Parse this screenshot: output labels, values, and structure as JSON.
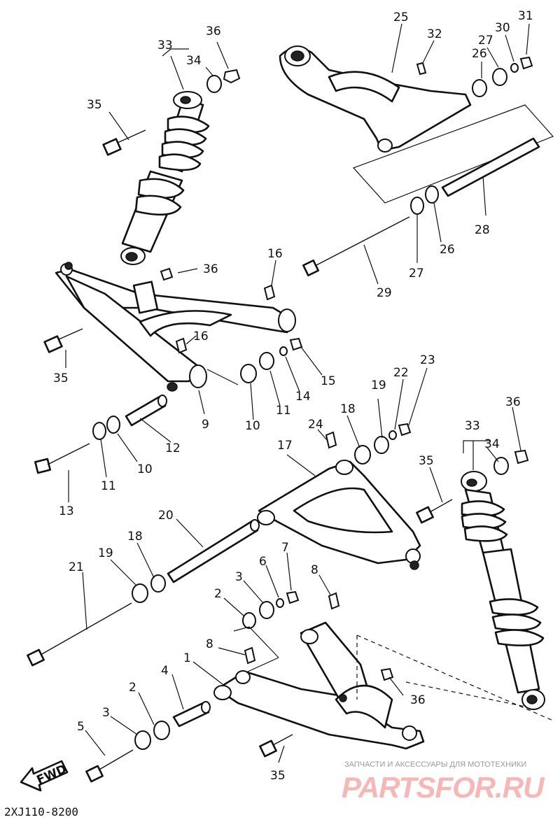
{
  "diagram": {
    "code": "2XJ110-8200",
    "fwd_label": "FWD",
    "watermark_caption": "ЗАПЧАСТИ И АКСЕССУАРЫ ДЛЯ МОТОТЕХНИКИ",
    "watermark_logo": "PARTSFOR.RU"
  },
  "callouts": [
    {
      "id": "c1",
      "text": "1"
    },
    {
      "id": "c2a",
      "text": "2"
    },
    {
      "id": "c2b",
      "text": "2"
    },
    {
      "id": "c3a",
      "text": "3"
    },
    {
      "id": "c3b",
      "text": "3"
    },
    {
      "id": "c4",
      "text": "4"
    },
    {
      "id": "c5",
      "text": "5"
    },
    {
      "id": "c6",
      "text": "6"
    },
    {
      "id": "c7",
      "text": "7"
    },
    {
      "id": "c8a",
      "text": "8"
    },
    {
      "id": "c8b",
      "text": "8"
    },
    {
      "id": "c9",
      "text": "9"
    },
    {
      "id": "c10a",
      "text": "10"
    },
    {
      "id": "c10b",
      "text": "10"
    },
    {
      "id": "c11a",
      "text": "11"
    },
    {
      "id": "c11b",
      "text": "11"
    },
    {
      "id": "c12",
      "text": "12"
    },
    {
      "id": "c13",
      "text": "13"
    },
    {
      "id": "c14",
      "text": "14"
    },
    {
      "id": "c15",
      "text": "15"
    },
    {
      "id": "c16a",
      "text": "16"
    },
    {
      "id": "c16b",
      "text": "16"
    },
    {
      "id": "c17",
      "text": "17"
    },
    {
      "id": "c18a",
      "text": "18"
    },
    {
      "id": "c18b",
      "text": "18"
    },
    {
      "id": "c19a",
      "text": "19"
    },
    {
      "id": "c19b",
      "text": "19"
    },
    {
      "id": "c20",
      "text": "20"
    },
    {
      "id": "c21",
      "text": "21"
    },
    {
      "id": "c22",
      "text": "22"
    },
    {
      "id": "c23",
      "text": "23"
    },
    {
      "id": "c24",
      "text": "24"
    },
    {
      "id": "c25",
      "text": "25"
    },
    {
      "id": "c26a",
      "text": "26"
    },
    {
      "id": "c26b",
      "text": "26"
    },
    {
      "id": "c27a",
      "text": "27"
    },
    {
      "id": "c27b",
      "text": "27"
    },
    {
      "id": "c28",
      "text": "28"
    },
    {
      "id": "c29",
      "text": "29"
    },
    {
      "id": "c30",
      "text": "30"
    },
    {
      "id": "c31",
      "text": "31"
    },
    {
      "id": "c32",
      "text": "32"
    },
    {
      "id": "c33a",
      "text": "33"
    },
    {
      "id": "c33b",
      "text": "33"
    },
    {
      "id": "c34a",
      "text": "34"
    },
    {
      "id": "c34b",
      "text": "34"
    },
    {
      "id": "c35a",
      "text": "35"
    },
    {
      "id": "c35b",
      "text": "35"
    },
    {
      "id": "c35c",
      "text": "35"
    },
    {
      "id": "c35d",
      "text": "35"
    },
    {
      "id": "c36a",
      "text": "36"
    },
    {
      "id": "c36b",
      "text": "36"
    },
    {
      "id": "c36c",
      "text": "36"
    },
    {
      "id": "c36d",
      "text": "36"
    }
  ]
}
